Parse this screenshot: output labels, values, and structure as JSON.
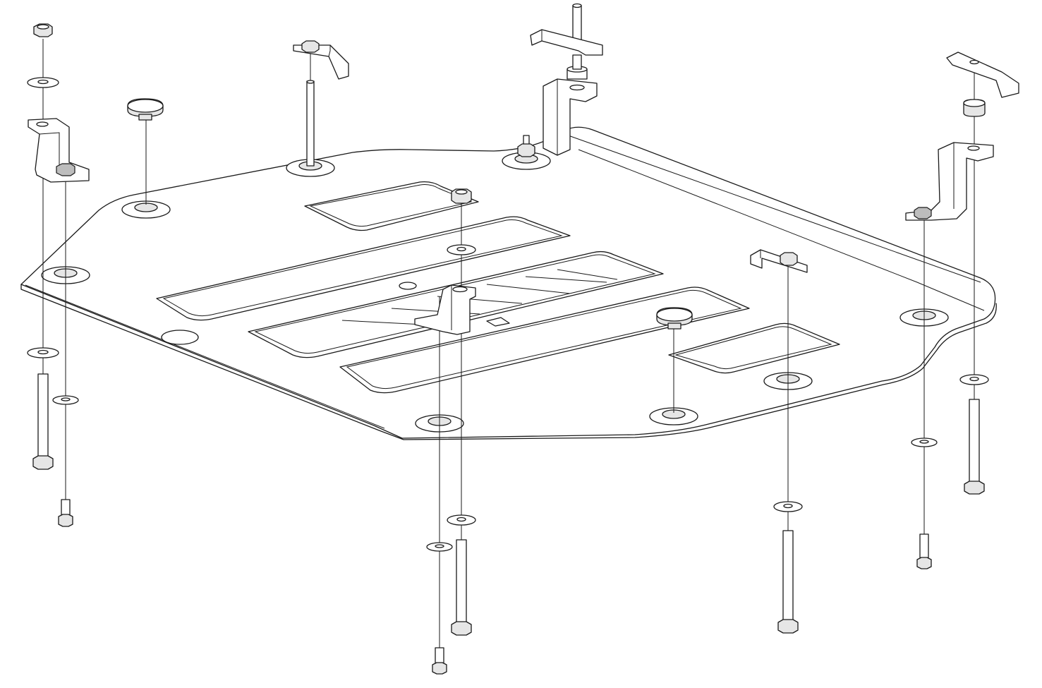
{
  "diagram": {
    "kind": "exploded-assembly",
    "subject": "skid-plate",
    "colors": {
      "line": "#1a1a1a",
      "background": "#ffffff",
      "part_fill": "#e6e6e6",
      "part_shadow": "#bdbdbd"
    },
    "parts": [
      {
        "id": "plate",
        "icon": "skid-plate-shape"
      },
      {
        "id": "mount-front-left",
        "icon": "bracket-with-nut"
      },
      {
        "id": "mount-rear-left",
        "icon": "clip-bracket"
      },
      {
        "id": "mount-rear-center",
        "icon": "t-clamp-bracket"
      },
      {
        "id": "mount-rear-right",
        "icon": "clip-with-spacer-bracket"
      },
      {
        "id": "mount-center",
        "icon": "center-bracket"
      },
      {
        "id": "mount-right",
        "icon": "small-clip"
      },
      {
        "id": "plug-left",
        "icon": "rubber-plug"
      },
      {
        "id": "plug-right",
        "icon": "rubber-plug"
      },
      {
        "id": "fasteners",
        "icon": "bolt-washer-set"
      }
    ]
  }
}
